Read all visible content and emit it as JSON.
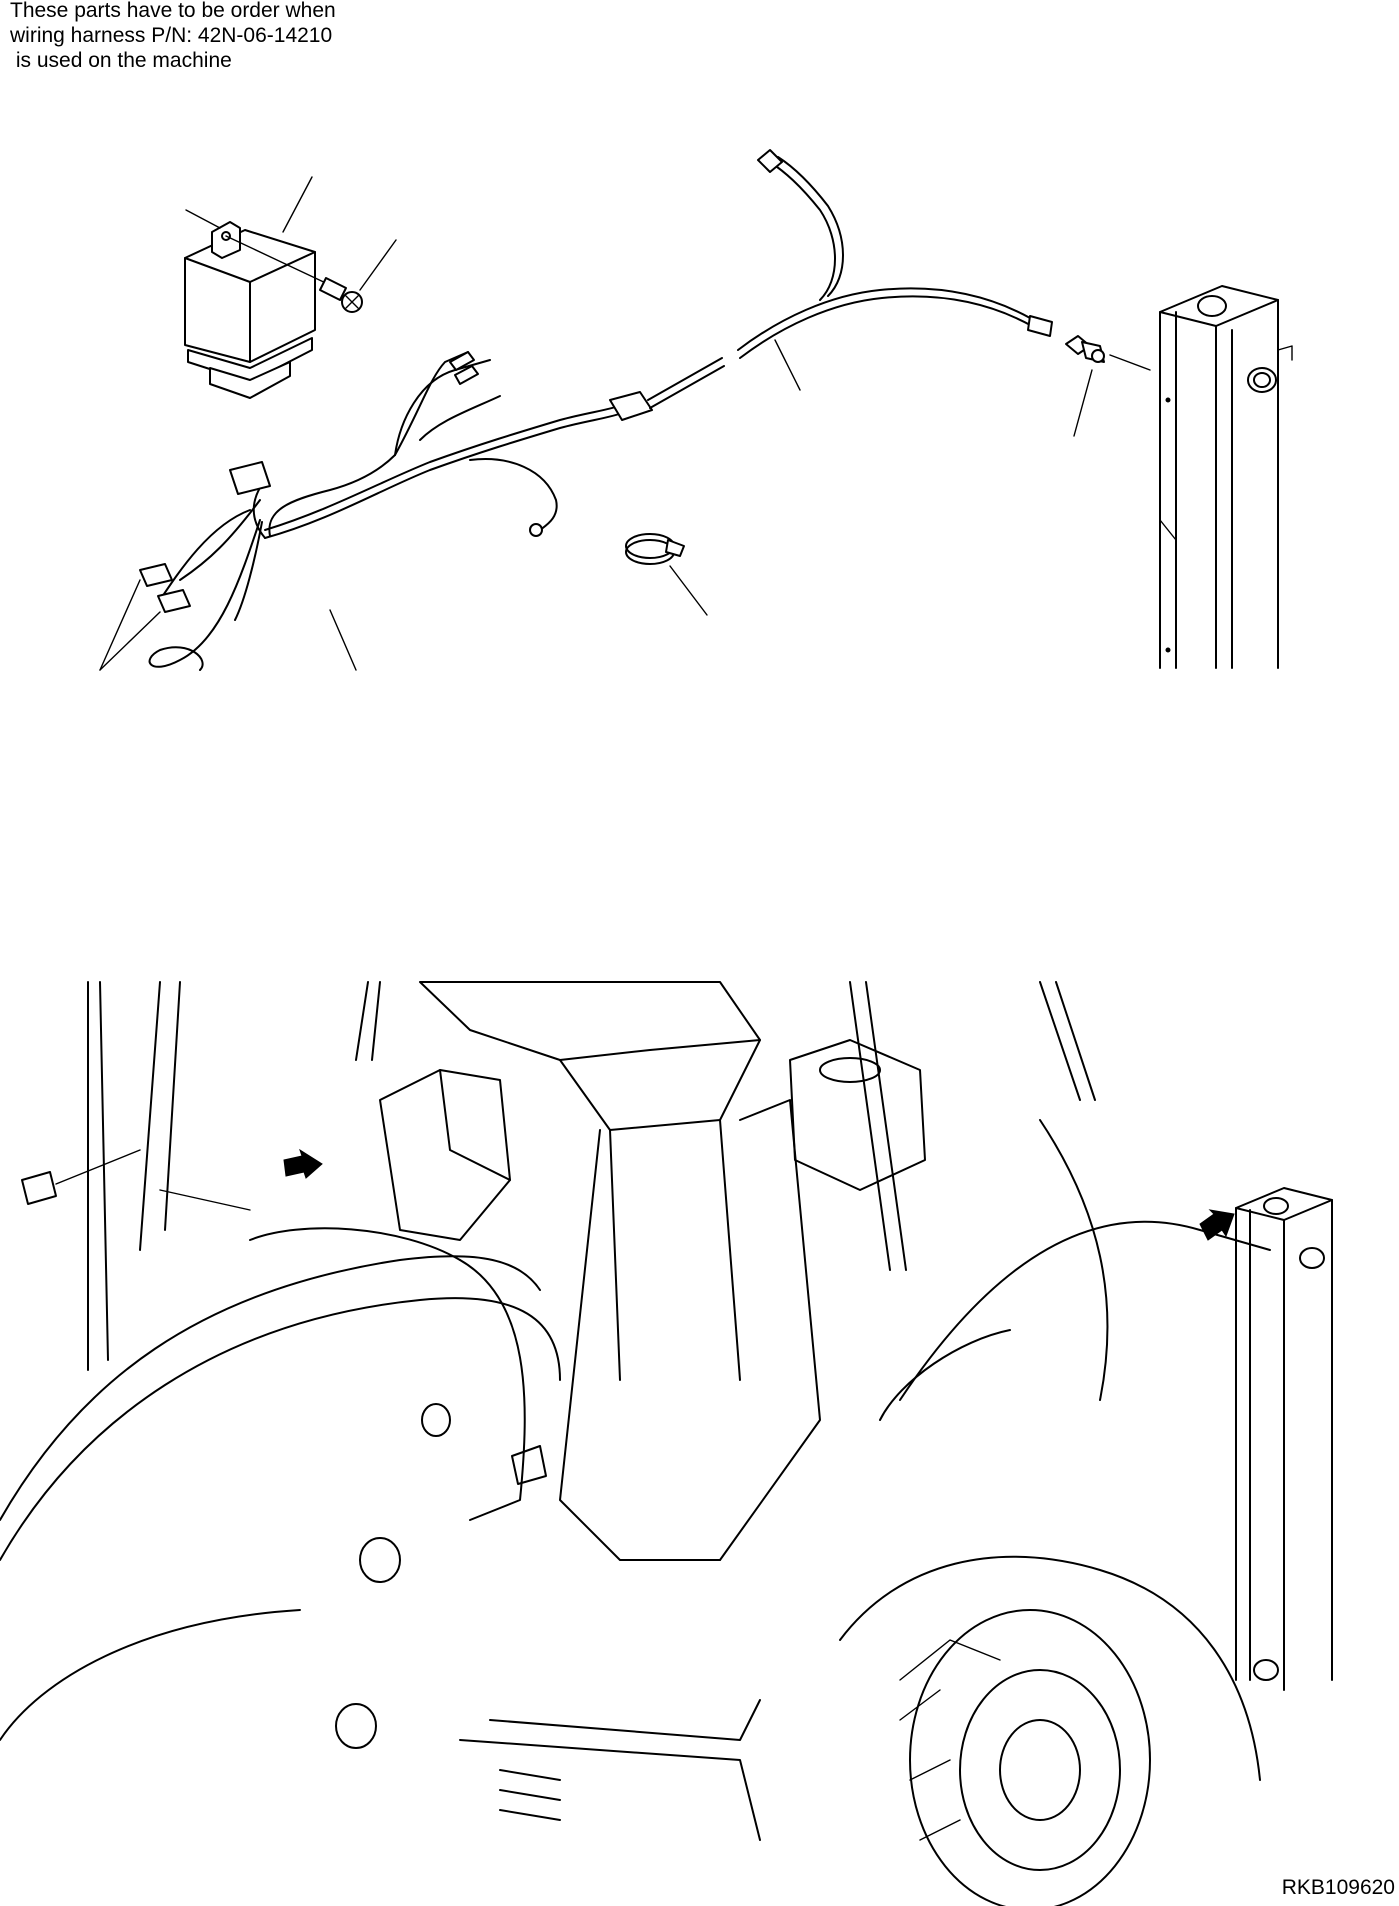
{
  "note": {
    "line1": "These parts have to be order when",
    "line2": "wiring harness P/N: 42N-06-14210",
    "line3": " is used on the machine"
  },
  "drawing_code": "RKB109620",
  "colors": {
    "ink": "#000000",
    "paper": "#ffffff"
  }
}
